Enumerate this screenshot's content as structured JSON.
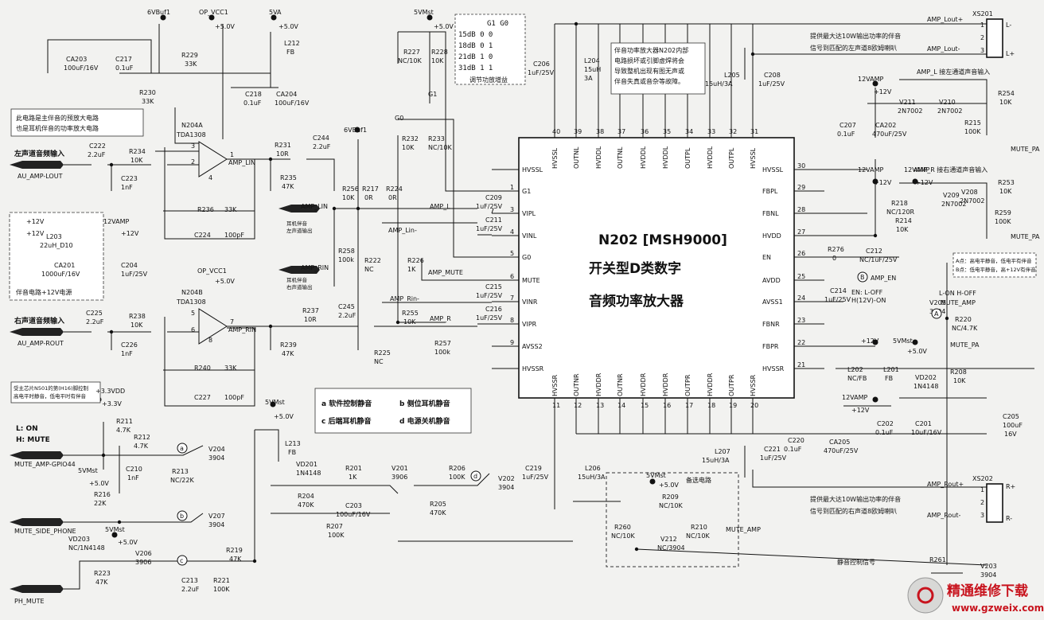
{
  "chip": {
    "ref": "N202",
    "model": "[MSH9000]",
    "desc1": "开关型D类数字",
    "desc2": "音频功率放大器",
    "left_pins": [
      [
        "HVSSL",
        ""
      ],
      [
        "G1",
        "1"
      ],
      [
        "VIPL",
        "3"
      ],
      [
        "VINL",
        "4"
      ],
      [
        "G0",
        "5"
      ],
      [
        "MUTE",
        "6"
      ],
      [
        "VINR",
        "7"
      ],
      [
        "VIPR",
        "8"
      ],
      [
        "AVSS2",
        "9"
      ],
      [
        "HVSSR",
        ""
      ]
    ],
    "right_pins": [
      [
        "HVSSL",
        "30"
      ],
      [
        "FBPL",
        "29"
      ],
      [
        "FBNL",
        "28"
      ],
      [
        "HVDD",
        "27"
      ],
      [
        "EN",
        "26"
      ],
      [
        "AVDD",
        "25"
      ],
      [
        "AVSS1",
        "24"
      ],
      [
        "FBNR",
        "23"
      ],
      [
        "FBPR",
        "22"
      ],
      [
        "HVSSR",
        "21"
      ]
    ],
    "top_pins": [
      [
        "40",
        "HVSSL"
      ],
      [
        "39",
        "OUTNL"
      ],
      [
        "38",
        "HVDDL"
      ],
      [
        "37",
        "OUTNL"
      ],
      [
        "36",
        "HVDDL"
      ],
      [
        "35",
        "HVDDL"
      ],
      [
        "34",
        "OUTPL"
      ],
      [
        "33",
        "HVDDL"
      ],
      [
        "32",
        "OUTPL"
      ],
      [
        "31",
        "HVSSL"
      ]
    ],
    "bottom_pins": [
      [
        "11",
        "HVSSR"
      ],
      [
        "12",
        "OUTNR"
      ],
      [
        "13",
        "HVDDR"
      ],
      [
        "14",
        "OUTNR"
      ],
      [
        "15",
        "HVDDR"
      ],
      [
        "16",
        "HVDDR"
      ],
      [
        "17",
        "OUTPR"
      ],
      [
        "18",
        "HVDDR"
      ],
      [
        "19",
        "OUTPR"
      ],
      [
        "20",
        "HVSSR"
      ]
    ]
  },
  "gain_table": {
    "header": [
      "G1",
      "G0"
    ],
    "rows": [
      [
        "15dB",
        "0",
        "0"
      ],
      [
        "18dB",
        "0",
        "1"
      ],
      [
        "21dB",
        "1",
        "0"
      ],
      [
        "31dB",
        "1",
        "1"
      ]
    ],
    "caption": "调节功放增益"
  },
  "notes": {
    "n204": "此电路是主伴音的预放大电路\n也是耳机伴音的功率放大电路",
    "psu": "伴音电路+12V电源",
    "chip_note": "伴音功率放大器N202内部\n电路损坏或引脚虚焊将会\n导致整机出现有图无声或\n伴音失真或音杂等故障。",
    "out_l": "提供最大达10W输出功率的伴音\n信号到匹配的左声道8欧姆喇叭",
    "out_r": "提供最大达10W输出功率的伴音\n信号到匹配的右声道8欧姆喇叭",
    "mute_cpu": "受主芯片N501的第(H16)脚控制\n高电平时静音，低电平时有伴音",
    "en_note": "A点：高电平静音，低电平有伴音\nB点：低电平静音，高+12V有伴音",
    "legend": [
      "a 软件控制静音",
      "b 侧位耳机静音",
      "c 后端耳机静音",
      "d 电源关机静音"
    ],
    "backup": "备选电路",
    "mute_sig": "静音控制信号",
    "amp_l_in": "AMP_L  接左通道声音输入",
    "amp_r_in": "AMP_R  接右通道声音输入",
    "en_state": "EN: L-OFF\nH(12V)-ON",
    "v205_state": "L-ON  H-OFF",
    "lon": "L:  ON",
    "hmute": "H:  MUTE",
    "hp_l": "耳机伴音\n左声道输出",
    "hp_r": "耳机伴音\n右声道输出"
  },
  "labels": {
    "in_l_cn": "左声道音频输入",
    "in_l": "AU_AMP-LOUT",
    "in_r_cn": "右声道音频输入",
    "in_r": "AU_AMP-ROUT",
    "mute_gpio": "MUTE_AMP-GPIO44",
    "mute_side": "MUTE_SIDE_PHONE",
    "ph_mute": "PH_MUTE",
    "xs201": "XS201",
    "xs202": "XS202",
    "amp_lout_p": "AMP_Lout+",
    "amp_lout_m": "AMP_Lout-",
    "amp_rout_p": "AMP_Rout+",
    "amp_rout_m": "AMP_Rout-",
    "rails": [
      "6VBuf1",
      "OP_VCC1",
      "5VA",
      "5VMst",
      "+5.0V",
      "+12V",
      "12VAMP",
      "+3.3VDD",
      "6VBuf1",
      "MUTE_AMP",
      "MUTE_PA",
      "AMP_EN"
    ]
  },
  "watermark": {
    "site": "精通维修下载",
    "url": "www.gzweix.com"
  },
  "colors": {
    "ink": "#111111",
    "paper": "#f2f2f0",
    "watermark": "#c8141e"
  }
}
